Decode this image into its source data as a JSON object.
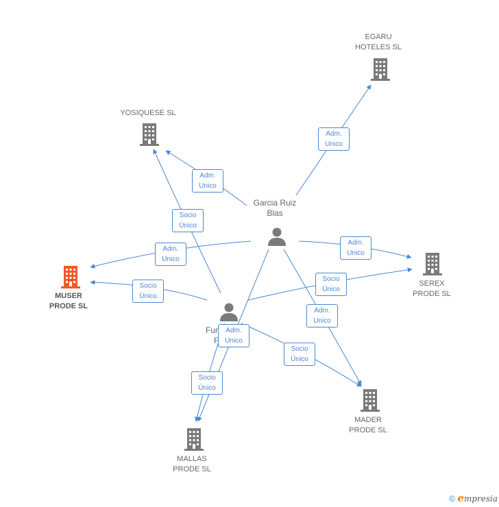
{
  "colors": {
    "edge": "#4a86d4",
    "company": "#7a7a7a",
    "company_main": "#f05a28",
    "person": "#7a7a7a"
  },
  "nodes": [
    {
      "id": "garcia",
      "type": "person",
      "icon": "person-icon",
      "lines": [
        "Garcia Ruiz",
        "Blas"
      ]
    },
    {
      "id": "fur",
      "type": "person",
      "icon": "person-icon",
      "lines": [
        "Fur",
        "F"
      ]
    },
    {
      "id": "egaru",
      "type": "company",
      "icon": "building-icon",
      "lines": [
        "EGARU",
        "HOTELES SL"
      ]
    },
    {
      "id": "yosiquese",
      "type": "company",
      "icon": "building-icon",
      "lines": [
        "YOSIQUESE SL"
      ]
    },
    {
      "id": "muser",
      "type": "company",
      "main": true,
      "icon": "building-icon",
      "lines": [
        "MUSER",
        "PRODE SL"
      ]
    },
    {
      "id": "serex",
      "type": "company",
      "icon": "building-icon",
      "lines": [
        "SEREX",
        "PRODE SL"
      ]
    },
    {
      "id": "mader",
      "type": "company",
      "icon": "building-icon",
      "lines": [
        "MADER",
        "PRODE SL"
      ]
    },
    {
      "id": "mallas",
      "type": "company",
      "icon": "building-icon",
      "lines": [
        "MALLAS",
        "PRODE SL"
      ]
    }
  ],
  "relations": [
    {
      "id": "r1",
      "lines": [
        "Adm.",
        "Unico"
      ]
    },
    {
      "id": "r2",
      "lines": [
        "Adm.",
        "Unico"
      ]
    },
    {
      "id": "r3",
      "lines": [
        "Socio",
        "Único"
      ]
    },
    {
      "id": "r4",
      "lines": [
        "Adm.",
        "Unico"
      ]
    },
    {
      "id": "r5",
      "lines": [
        "Adm.",
        "Unico"
      ]
    },
    {
      "id": "r6",
      "lines": [
        "Socio",
        "Único"
      ]
    },
    {
      "id": "r7",
      "lines": [
        "Socio",
        "Único"
      ]
    },
    {
      "id": "r8",
      "lines": [
        "Adm.",
        "Unico"
      ]
    },
    {
      "id": "r9",
      "lines": [
        "Adm.",
        "Unico"
      ]
    },
    {
      "id": "r10",
      "lines": [
        "Socio",
        "Único"
      ]
    },
    {
      "id": "r11",
      "lines": [
        "Socio",
        "Único"
      ]
    }
  ],
  "footer": {
    "copyright": "©",
    "brand_initial": "e",
    "brand_rest": "mpresia"
  }
}
